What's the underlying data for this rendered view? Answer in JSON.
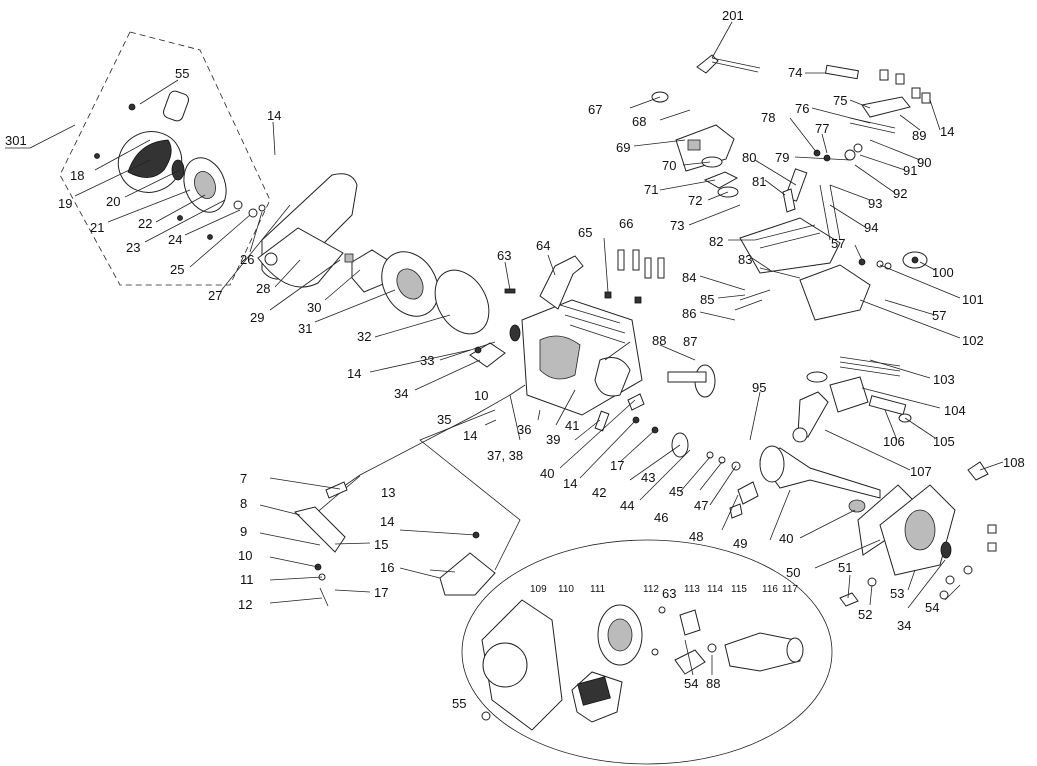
{
  "labels": {
    "l201": "201",
    "l301": "301",
    "l55": "55",
    "l14a": "14",
    "l18": "18",
    "l19": "19",
    "l20": "20",
    "l21": "21",
    "l22": "22",
    "l23": "23",
    "l24": "24",
    "l25": "25",
    "l26": "26",
    "l27": "27",
    "l28": "28",
    "l29": "29",
    "l30": "30",
    "l31": "31",
    "l32": "32",
    "l33": "33",
    "l14b": "14",
    "l34a": "34",
    "l35": "35",
    "l10a": "10",
    "l14c": "14",
    "l36": "36",
    "l3738": "37, 38",
    "l39": "39",
    "l40a": "40",
    "l41": "41",
    "l14d": "14",
    "l42": "42",
    "l17a": "17",
    "l43": "43",
    "l44": "44",
    "l45": "45",
    "l46": "46",
    "l47": "47",
    "l48": "48",
    "l49": "49",
    "l40b": "40",
    "l50": "50",
    "l63a": "63",
    "l64": "64",
    "l65": "65",
    "l66": "66",
    "l67": "67",
    "l68": "68",
    "l69": "69",
    "l70": "70",
    "l71": "71",
    "l72": "72",
    "l73": "73",
    "l74": "74",
    "l75": "75",
    "l76": "76",
    "l77": "77",
    "l78": "78",
    "l79": "79",
    "l80": "80",
    "l81": "81",
    "l82": "82",
    "l83": "83",
    "l84": "84",
    "l85": "85",
    "l86": "86",
    "l87": "87",
    "l88a": "88",
    "l89": "89",
    "l90": "90",
    "l91": "91",
    "l92": "92",
    "l93": "93",
    "l94": "94",
    "l14e": "14",
    "l57a": "57",
    "l57b": "57",
    "l100": "100",
    "l101": "101",
    "l102": "102",
    "l103": "103",
    "l104": "104",
    "l105": "105",
    "l106": "106",
    "l107": "107",
    "l108": "108",
    "l95": "95",
    "l51": "51",
    "l52": "52",
    "l53": "53",
    "l54a": "54",
    "l34b": "34",
    "l7": "7",
    "l13": "13",
    "l8": "8",
    "l9": "9",
    "l10b": "10",
    "l11": "11",
    "l12": "12",
    "l14f": "14",
    "l15": "15",
    "l16": "16",
    "l17b": "17",
    "l109": "109",
    "l110": "110",
    "l111": "111",
    "l112": "112",
    "l63b": "63",
    "l113": "113",
    "l114": "114",
    "l115": "115",
    "l116": "116",
    "l117": "117",
    "l54b": "54",
    "l88b": "88",
    "l55b": "55"
  }
}
